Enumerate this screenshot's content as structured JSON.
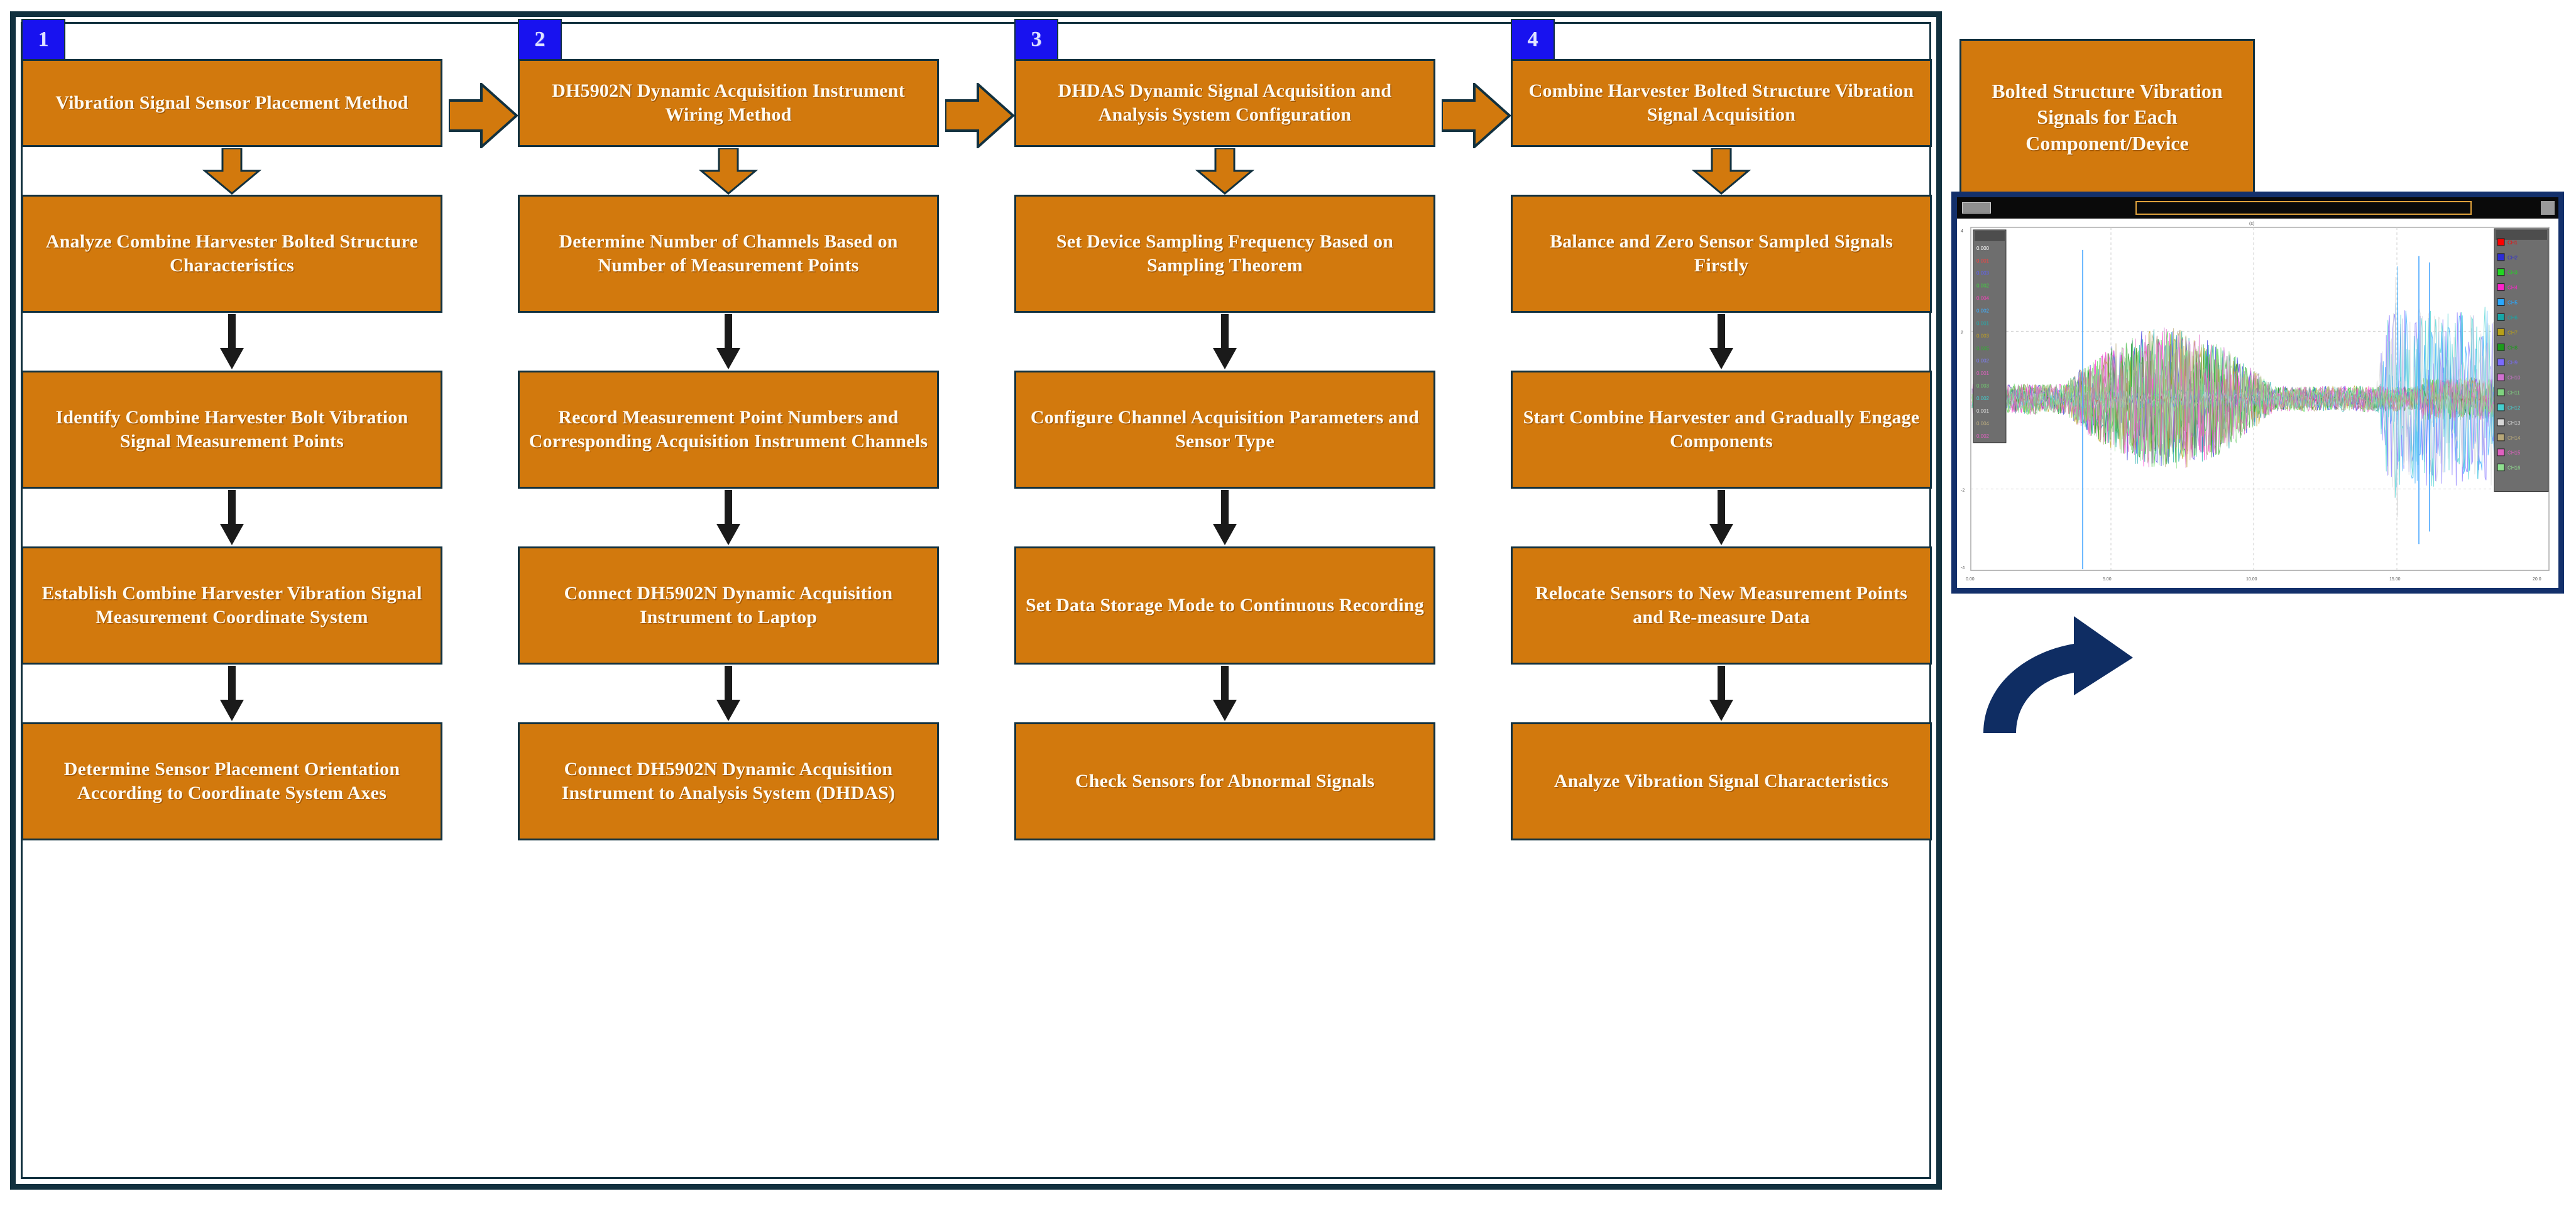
{
  "colors": {
    "box_fill": "#d2790d",
    "box_border": "#12313f",
    "badge_fill": "#1812ef",
    "badge_text": "#dfe3ff",
    "box_text": "#fffaf0",
    "frame_border": "#12313f",
    "arrow_fat": "#d2790d",
    "arrow_thin": "#1a1a1a",
    "curved_arrow": "#0f2d63",
    "screenshot_frame": "#13306b"
  },
  "columns": [
    {
      "number": "1",
      "steps": [
        "Vibration Signal Sensor Placement Method",
        "Analyze Combine Harvester Bolted Structure Characteristics",
        "Identify Combine Harvester Bolt Vibration Signal Measurement Points",
        "Establish Combine Harvester Vibration Signal Measurement Coordinate System",
        "Determine Sensor Placement Orientation According to Coordinate System Axes"
      ]
    },
    {
      "number": "2",
      "steps": [
        "DH5902N Dynamic Acquisition Instrument Wiring Method",
        "Determine Number of Channels Based on Number of Measurement Points",
        "Record Measurement Point Numbers and Corresponding Acquisition Instrument Channels",
        "Connect DH5902N Dynamic Acquisition Instrument to Laptop",
        "Connect DH5902N Dynamic Acquisition Instrument to Analysis System (DHDAS)"
      ]
    },
    {
      "number": "3",
      "steps": [
        "DHDAS Dynamic Signal Acquisition and Analysis System Configuration",
        "Set Device Sampling Frequency Based on Sampling Theorem",
        "Configure Channel Acquisition Parameters and Sensor Type",
        "Set Data Storage Mode to Continuous Recording",
        "Check Sensors for Abnormal Signals"
      ]
    },
    {
      "number": "4",
      "steps": [
        "Combine Harvester Bolted Structure Vibration Signal Acquisition",
        "Balance and Zero Sensor Sampled Signals Firstly",
        "Start Combine Harvester and Gradually Engage Components",
        "Relocate Sensors to New Measurement Points and Re-measure Data",
        "Analyze Vibration Signal Characteristics"
      ]
    }
  ],
  "right_panel": {
    "title": "Bolted Structure Vibration Signals for Each Component/Device"
  },
  "screenshot": {
    "window_name": "dhdas-signal-window",
    "trace_colors": [
      "#ff0000",
      "#2c2cd8",
      "#22d622",
      "#ff22cc",
      "#2aa8ff",
      "#16a7a7",
      "#b8a018",
      "#1b9c1b",
      "#7a6aff",
      "#d070d0",
      "#7fd47f",
      "#45d0d0",
      "#d8d8d8",
      "#b8a878",
      "#e060c0",
      "#8fe08f"
    ]
  }
}
